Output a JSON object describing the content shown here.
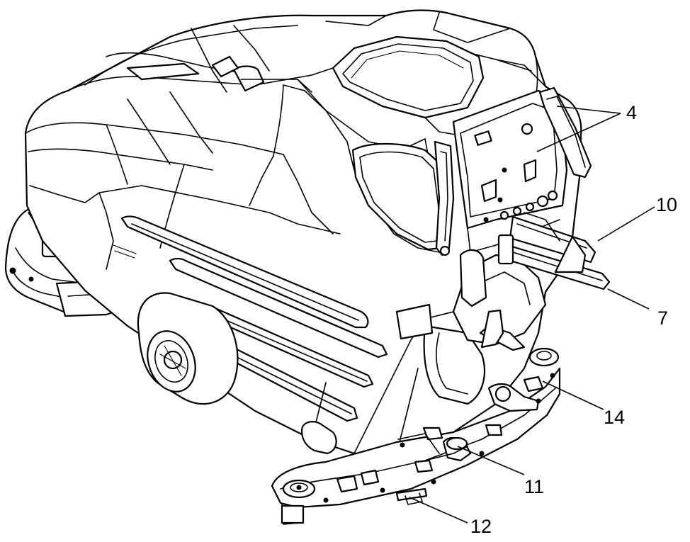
{
  "figure": {
    "callouts": [
      {
        "id": "c4",
        "label": "4"
      },
      {
        "id": "c10",
        "label": "10"
      },
      {
        "id": "c7",
        "label": "7"
      },
      {
        "id": "c14",
        "label": "14"
      },
      {
        "id": "c11",
        "label": "11"
      },
      {
        "id": "c12",
        "label": "12"
      }
    ]
  }
}
